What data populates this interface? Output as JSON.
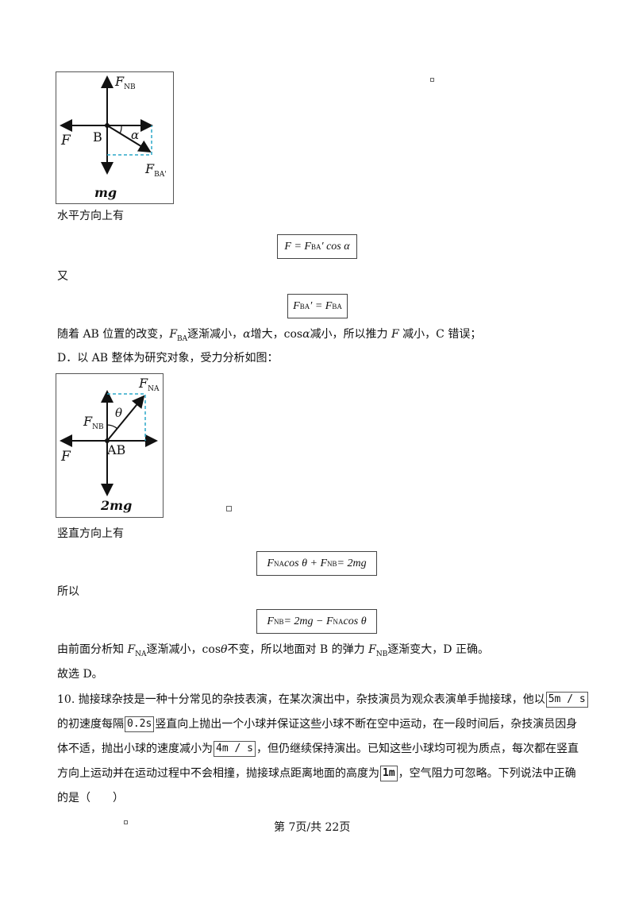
{
  "figure1": {
    "label_fnb": "F",
    "label_fnb_sub": "NB",
    "label_f": "F",
    "label_b": "B",
    "label_alpha": "α",
    "label_fba": "F",
    "label_fba_sub": "BA'",
    "label_mg": "mg"
  },
  "para_horizontal": "水平方向上有",
  "eq1": {
    "lhs": "F",
    "mid": "F",
    "mid_sub": "BA",
    "rhs": "′ cos α"
  },
  "para_you": "又",
  "eq2": {
    "lhs": "F",
    "lhs_sub": "BA",
    "mid": "′ = F",
    "rhs_sub": "BA"
  },
  "para_cause": {
    "a": "随着 AB 位置的改变，",
    "f": "F",
    "f_sub": "BA",
    "b": "逐渐减小，",
    "alpha": "α",
    "c": "增大，cos",
    "d": "α",
    "e": "减小，所以推力 ",
    "g": "F",
    "h": " 减小，C 错误；"
  },
  "para_d": "D．以 AB 整体为研究对象，受力分析如图：",
  "figure2": {
    "label_fna": "F",
    "label_fna_sub": "NA",
    "label_fnb": "F",
    "label_fnb_sub": "NB",
    "label_theta": "θ",
    "label_f": "F",
    "label_ab": "AB",
    "label_2mg": "2mg"
  },
  "para_vertical": "竖直方向上有",
  "eq3": {
    "text_a": "F",
    "sub_a": "NA",
    "text_b": " cos θ + F",
    "sub_b": "NB",
    "text_c": " = 2mg"
  },
  "para_suoyi": "所以",
  "eq4": {
    "text_a": "F",
    "sub_a": "NB",
    "text_b": " = 2mg − F",
    "sub_b": "NA",
    "text_c": " cos θ"
  },
  "para_analysis": {
    "a": "由前面分析知 ",
    "f": "F",
    "f_sub": "NA",
    "b": "逐渐减小，cos",
    "theta": "θ",
    "c": "不变，所以地面对 B 的弹力 ",
    "g": "F",
    "g_sub": "NB",
    "d": "逐渐变大，D 正确。"
  },
  "para_choose": "故选 D。",
  "q10": {
    "line1": "10. 抛接球杂技是一种十分常见的杂技表演，在某次演出中，杂技演员为观众表演单手抛接球，他以",
    "box1": "5m / s",
    "line2a": "的初速度每隔",
    "box2": "0.2s",
    "line2b": "竖直向上抛出一个小球并保证这些小球不断在空中运动，在一段时间后，杂技演员因身",
    "line3a": "体不适，抛出小球的速度减小为",
    "box3": "4m / s",
    "line3b": "，但仍继续保持演出。已知这些小球均可视为质点，每次都在竖直",
    "line4a": "方向上运动并在运动过程中不会相撞，抛接球点距离地面的高度为",
    "box4": "1m",
    "line4b": "，空气阻力可忽略。下列说法中正确",
    "line5": "的是（　　）"
  },
  "footer": "第 7页/共 22页",
  "colors": {
    "dashed": "#2aa7c9",
    "ink": "#111111"
  }
}
